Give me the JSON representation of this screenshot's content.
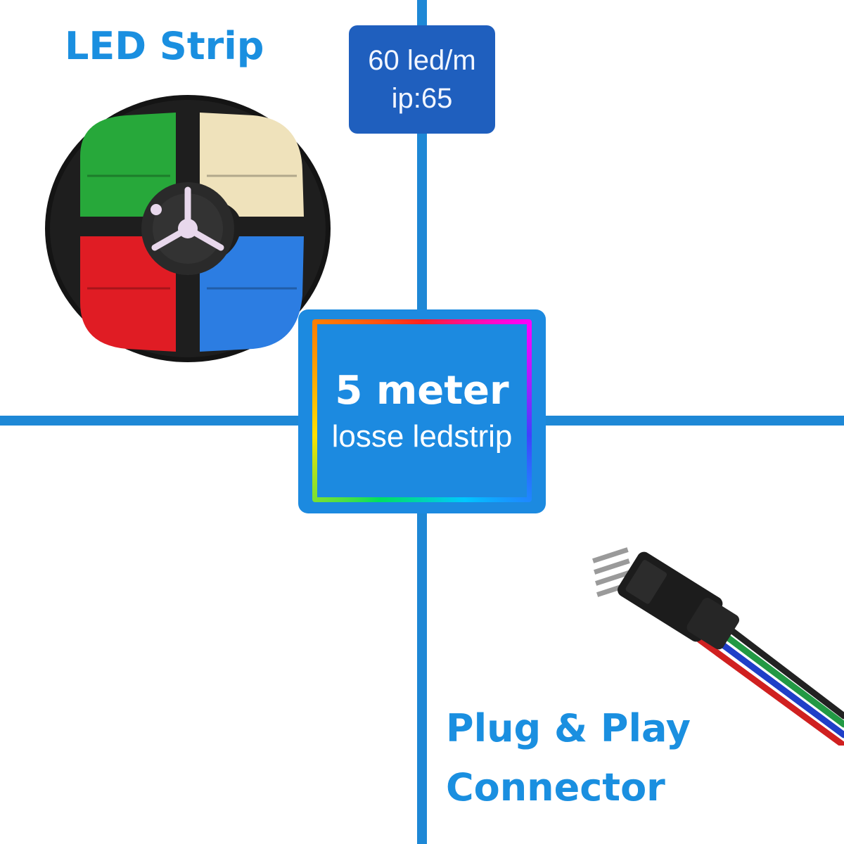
{
  "header": {
    "title": "LED Strip"
  },
  "spec_badge": {
    "line1": "60 led/m",
    "line2": "ip:65"
  },
  "center_box": {
    "main": "5 meter",
    "sub": "losse ledstrip"
  },
  "footer": {
    "line1": "Plug & Play",
    "line2": "Connector"
  },
  "colors": {
    "accent_blue": "#1a8fe0",
    "badge_blue": "#1f5fbe",
    "quadrant_green": "#27a83a",
    "quadrant_warm_white": "#efe2bb",
    "quadrant_red": "#e01c24",
    "quadrant_blue": "#2c7de2"
  },
  "icons": {
    "reel": "led-strip-reel-icon",
    "connector": "rgb-connector-icon"
  }
}
